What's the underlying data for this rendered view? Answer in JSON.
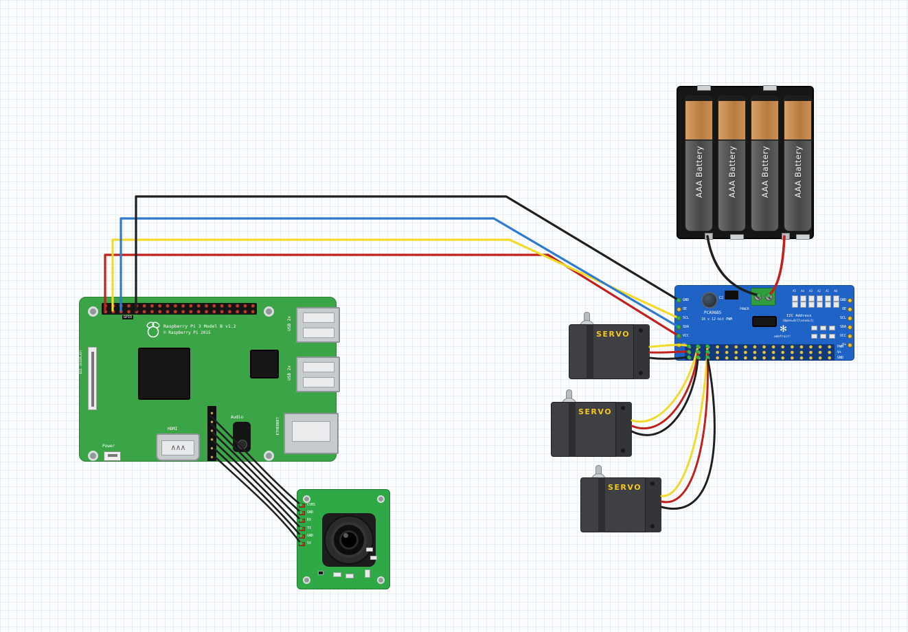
{
  "colors": {
    "wire_black": "#1f1f1f",
    "wire_blue": "#2e7ad1",
    "wire_yellow": "#f2da2a",
    "wire_red": "#c2201a",
    "pi_green": "#3aa446",
    "driver_blue": "#2063c6",
    "camera_green": "#2fa846"
  },
  "raspberry_pi": {
    "model_label": "Raspberry Pi 3 Model B v1.2",
    "copyright_label": "© Raspberry Pi 2015",
    "gpio_label": "GPIO",
    "usb_label_top": "USB 2x",
    "usb_label_bottom": "USB 2x",
    "ethernet_label": "ETHERNET",
    "hdmi_label": "HDMI",
    "audio_label": "Audio",
    "power_label": "Power",
    "dsi_label": "DSI (DISPLAY)"
  },
  "battery_pack": {
    "batteries": [
      {
        "label": "AAA Battery"
      },
      {
        "label": "AAA Battery"
      },
      {
        "label": "AAA Battery"
      },
      {
        "label": "AAA Battery"
      }
    ]
  },
  "pwm_driver": {
    "chip_label": "PCA9685",
    "subtitle": "16 x 12-bit PWM",
    "power_label": "POWER",
    "cap_label": "C2",
    "i2c_title": "I2C Address",
    "i2c_subtitle": "(Open=0/Closed=1)",
    "brand_label": "adafruit!",
    "left_pins": [
      "GND",
      "OE",
      "SCL",
      "SDA",
      "VCC",
      "V+"
    ],
    "right_pins": [
      "GND",
      "OE",
      "SCL",
      "SDA",
      "VCC",
      "V+"
    ],
    "bottom_row_labels": [
      "PWM",
      "V+",
      "GND"
    ],
    "address_bits": [
      "A5",
      "A4",
      "A3",
      "A2",
      "A1",
      "A0"
    ]
  },
  "servos": [
    {
      "label": "SERVO"
    },
    {
      "label": "SERVO"
    },
    {
      "label": "SERVO"
    }
  ],
  "camera": {
    "pin_labels": [
      "CVBS",
      "GND",
      "RX",
      "TX",
      "GND",
      "5V"
    ]
  }
}
